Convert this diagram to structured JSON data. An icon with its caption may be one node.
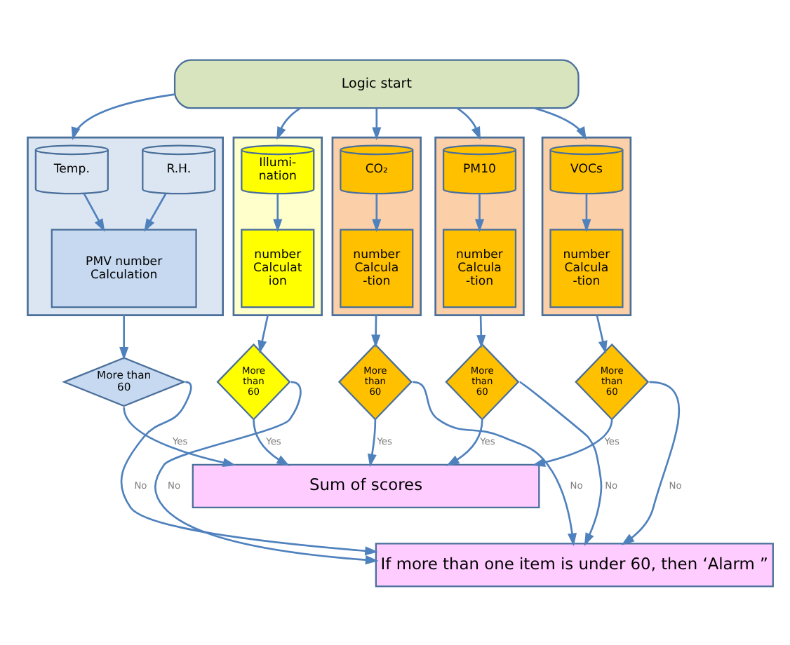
{
  "diagram": {
    "nodes": [
      {
        "text": [
          "Logic start"
        ]
      },
      {
        "text": [],
        "shape": "box"
      },
      {
        "text": [
          "Temp."
        ],
        "in": 1
      },
      {
        "text": [
          "R.H."
        ],
        "in": 1
      },
      {
        "text": [
          "PMV number Calculation"
        ],
        "in": 1
      },
      {
        "text": [],
        "shape": "box"
      },
      {
        "text": [
          "Illumi- nation"
        ],
        "in": 5
      },
      {
        "text": [
          "number Calculat ion"
        ],
        "in": 5
      },
      {
        "text": [],
        "shape": "box"
      },
      {
        "text": [
          "CO₂"
        ],
        "in": 8
      },
      {
        "text": [
          "number Calcula -tion"
        ],
        "in": 8
      },
      {
        "text": [],
        "shape": "box"
      },
      {
        "text": [
          "PM10"
        ],
        "in": 11
      },
      {
        "text": [
          "number Calcula -tion"
        ],
        "in": 11
      },
      {
        "text": [],
        "shape": "box"
      },
      {
        "text": [
          "VOCs"
        ],
        "in": 14
      },
      {
        "text": [
          "number Calcula -tion"
        ],
        "in": 14
      },
      {
        "text": [
          "More than 60"
        ]
      },
      {
        "text": [
          "More than 60"
        ]
      },
      {
        "text": [
          "More than 60"
        ]
      },
      {
        "text": [
          "More than 60"
        ]
      },
      {
        "text": [
          "More than 60"
        ]
      },
      {
        "text": [
          "Sum of scores"
        ]
      },
      {
        "text": [
          "If more than one item is under 60, then ‘Alarm ”"
        ]
      }
    ],
    "edges": [
      {
        "from": 0,
        "to": 1,
        "arrow": "to"
      },
      {
        "from": 0,
        "to": 5,
        "arrow": "to"
      },
      {
        "from": 0,
        "to": 8,
        "arrow": "to"
      },
      {
        "from": 0,
        "to": 11,
        "arrow": "to"
      },
      {
        "from": 0,
        "to": 14,
        "arrow": "to"
      },
      {
        "from": 2,
        "to": 4,
        "arrow": "to"
      },
      {
        "from": 3,
        "to": 4,
        "arrow": "to"
      },
      {
        "from": 6,
        "to": 7,
        "arrow": "to"
      },
      {
        "from": 9,
        "to": 10,
        "arrow": "to"
      },
      {
        "from": 12,
        "to": 13,
        "arrow": "to"
      },
      {
        "from": 15,
        "to": 16,
        "arrow": "to"
      },
      {
        "from": 1,
        "to": 17,
        "arrow": "to"
      },
      {
        "from": 5,
        "to": 18,
        "arrow": "to"
      },
      {
        "from": 8,
        "to": 19,
        "arrow": "to"
      },
      {
        "from": 11,
        "to": 20,
        "arrow": "to"
      },
      {
        "from": 14,
        "to": 21,
        "arrow": "to"
      },
      {
        "from": 17,
        "to": 22,
        "label": "Yes",
        "arrow": "to"
      },
      {
        "from": 17,
        "to": 23,
        "label": "No",
        "arrow": "to"
      },
      {
        "from": 18,
        "to": 22,
        "label": "Yes",
        "arrow": "to"
      },
      {
        "from": 18,
        "to": 23,
        "label": "No",
        "arrow": "to"
      },
      {
        "from": 19,
        "to": 22,
        "label": "Yes",
        "arrow": "to"
      },
      {
        "from": 19,
        "to": 23,
        "label": "No",
        "arrow": "to"
      },
      {
        "from": 20,
        "to": 22,
        "label": "Yes",
        "arrow": "to"
      },
      {
        "from": 20,
        "to": 23,
        "label": "No",
        "arrow": "to"
      },
      {
        "from": 21,
        "to": 22,
        "label": "Yes",
        "arrow": "to"
      },
      {
        "from": 21,
        "to": 23,
        "label": "No",
        "arrow": "to"
      }
    ]
  }
}
